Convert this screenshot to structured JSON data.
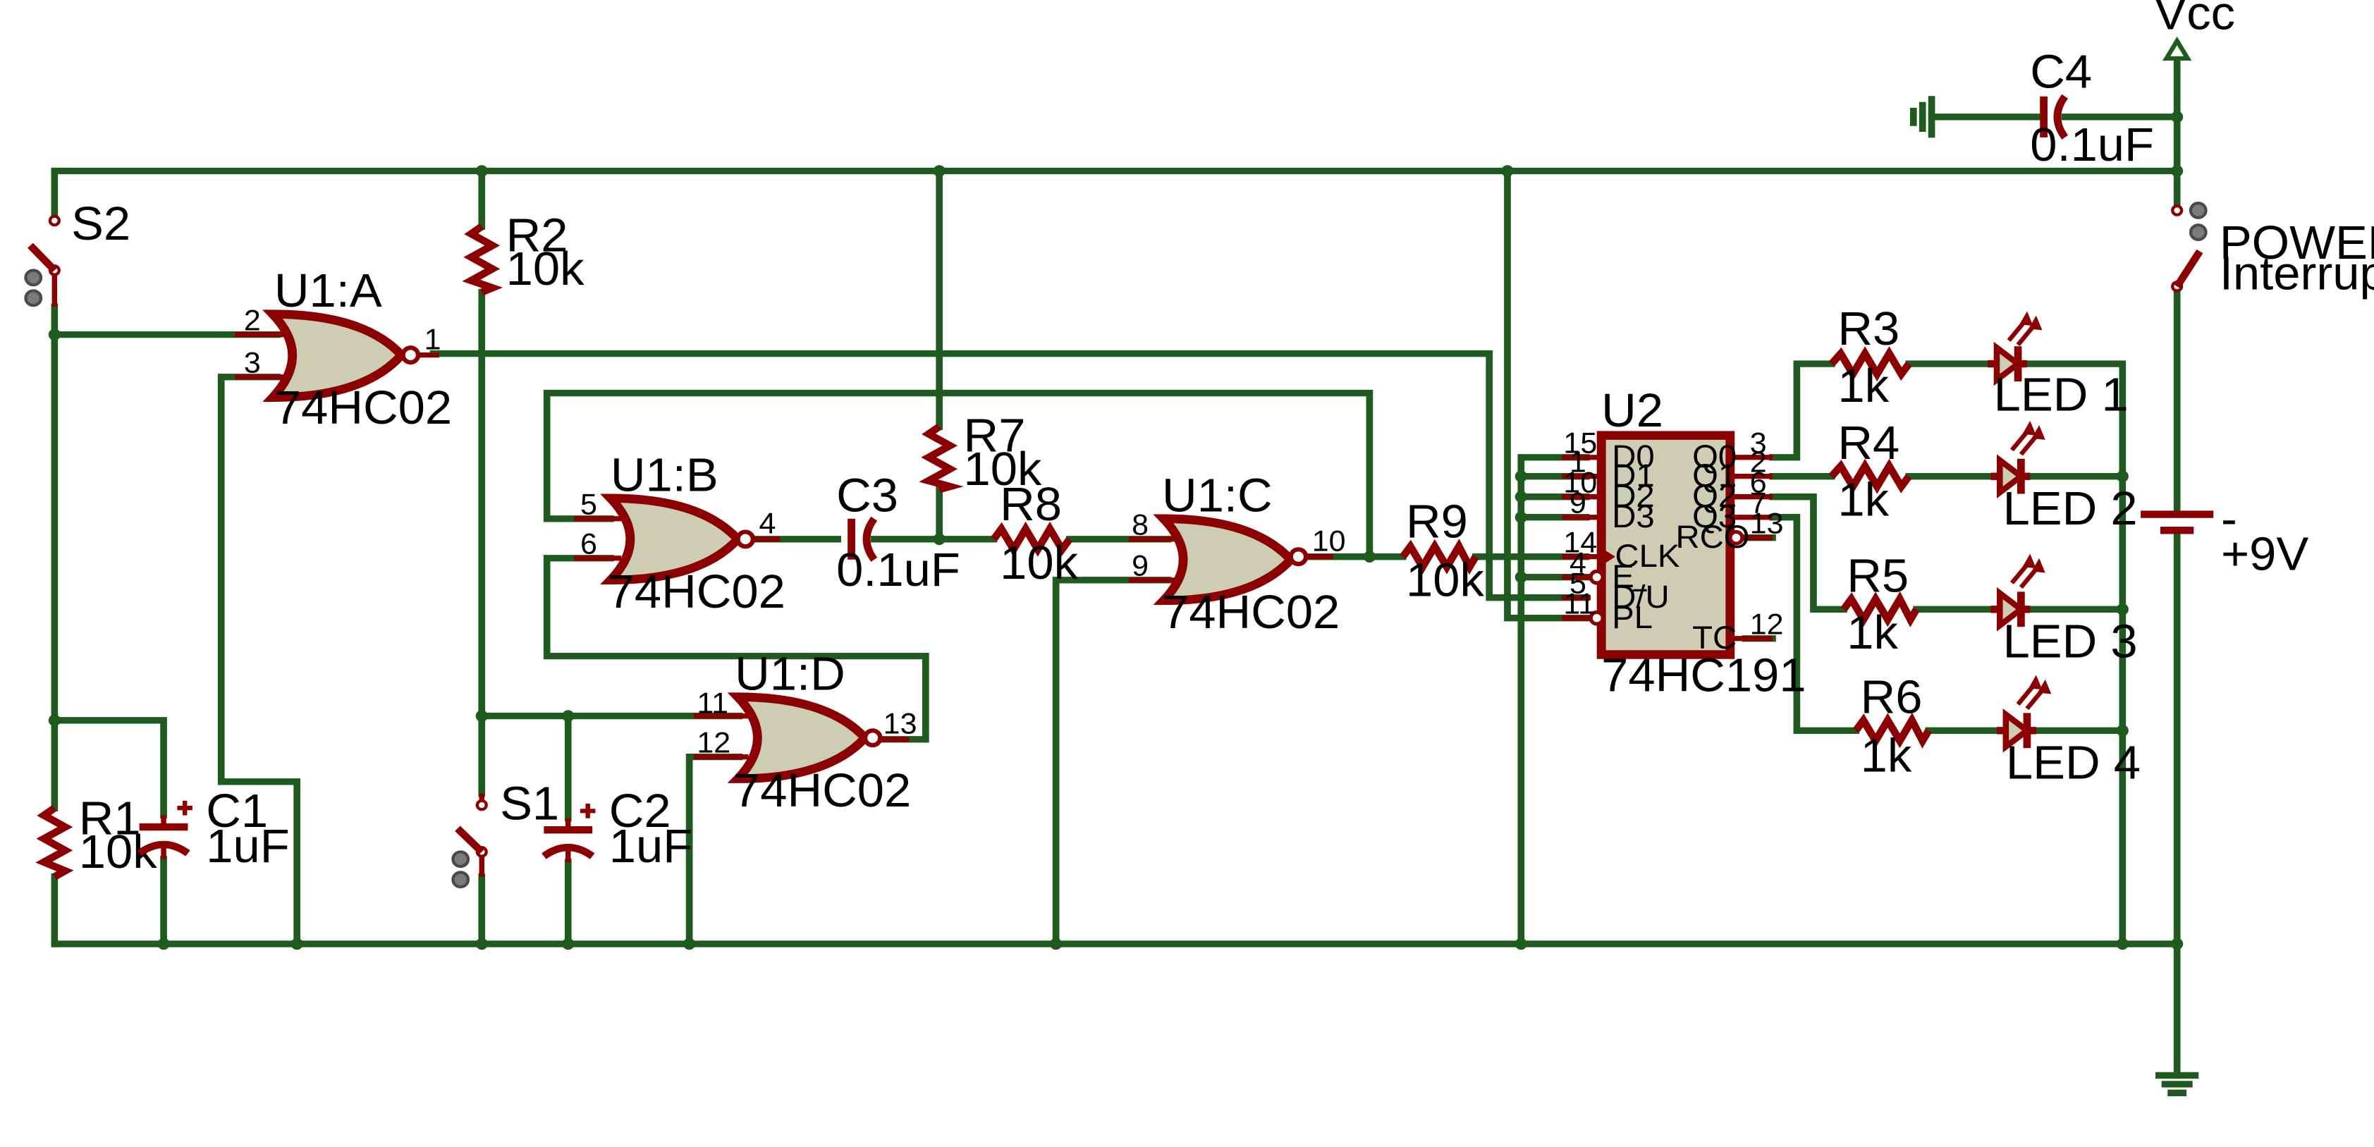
{
  "gates": {
    "u1a": {
      "ref": "U1:A",
      "part": "74HC02",
      "pins": [
        "2",
        "3",
        "1"
      ]
    },
    "u1b": {
      "ref": "U1:B",
      "part": "74HC02",
      "pins": [
        "5",
        "6",
        "4"
      ]
    },
    "u1c": {
      "ref": "U1:C",
      "part": "74HC02",
      "pins": [
        "8",
        "9",
        "10"
      ]
    },
    "u1d": {
      "ref": "U1:D",
      "part": "74HC02",
      "pins": [
        "11",
        "12",
        "13"
      ]
    }
  },
  "resistors": {
    "r1": {
      "ref": "R1",
      "value": "10k"
    },
    "r2": {
      "ref": "R2",
      "value": "10k"
    },
    "r3": {
      "ref": "R3",
      "value": "1k"
    },
    "r4": {
      "ref": "R4",
      "value": "1k"
    },
    "r5": {
      "ref": "R5",
      "value": "1k"
    },
    "r6": {
      "ref": "R6",
      "value": "1k"
    },
    "r7": {
      "ref": "R7",
      "value": "10k"
    },
    "r8": {
      "ref": "R8",
      "value": "10k"
    },
    "r9": {
      "ref": "R9",
      "value": "10k"
    }
  },
  "capacitors": {
    "c1": {
      "ref": "C1",
      "value": "1uF"
    },
    "c2": {
      "ref": "C2",
      "value": "1uF"
    },
    "c3": {
      "ref": "C3",
      "value": "0.1uF"
    },
    "c4": {
      "ref": "C4",
      "value": "0.1uF"
    }
  },
  "switches": {
    "s1": {
      "ref": "S1"
    },
    "s2": {
      "ref": "S2"
    },
    "power": {
      "ref": "POWER",
      "name": "Interrupteur"
    }
  },
  "leds": {
    "led1": {
      "ref": "LED 1"
    },
    "led2": {
      "ref": "LED 2"
    },
    "led3": {
      "ref": "LED 3"
    },
    "led4": {
      "ref": "LED 4"
    }
  },
  "counter": {
    "ref": "U2",
    "part": "74HC191",
    "left_pins": [
      {
        "name": "D0",
        "num": "15"
      },
      {
        "name": "D1",
        "num": "1"
      },
      {
        "name": "D2",
        "num": "10"
      },
      {
        "name": "D3",
        "num": "9"
      },
      {
        "name": "CLK",
        "num": "14"
      },
      {
        "name": "E",
        "num": "4"
      },
      {
        "name": "D/U",
        "num": "5"
      },
      {
        "name": "PL",
        "num": "11"
      }
    ],
    "right_pins": [
      {
        "name": "Q0",
        "num": "3"
      },
      {
        "name": "Q1",
        "num": "2"
      },
      {
        "name": "Q2",
        "num": "6"
      },
      {
        "name": "Q3",
        "num": "7"
      },
      {
        "name": "RCO",
        "num": "13"
      },
      {
        "name": "TC",
        "num": "12"
      }
    ]
  },
  "power": {
    "vcc_label": "Vcc",
    "battery_minus": "-",
    "battery_value": "+9V"
  },
  "colors": {
    "wire": "#1f5a1f",
    "component": "#8b0000",
    "gate_fill": "#cdcdb4"
  }
}
